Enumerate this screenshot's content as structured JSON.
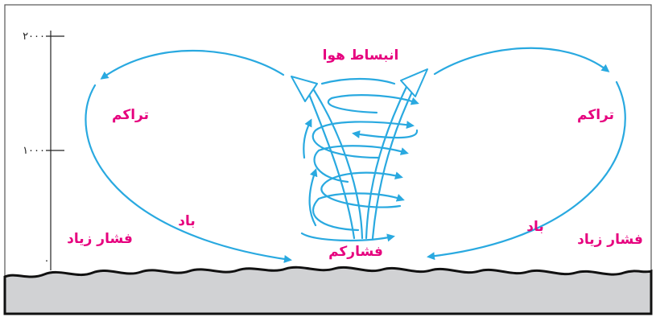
{
  "axis": {
    "ticks": [
      {
        "label": "۲۰۰۰"
      },
      {
        "label": "۱۰۰۰"
      },
      {
        "label": "۰"
      }
    ]
  },
  "labels": {
    "expansion": "انبساط هوا",
    "accumulation_left": "تراکم",
    "accumulation_right": "تراکم",
    "wind_left": "باد",
    "wind_right": "باد",
    "high_pressure_left": "فشار زیاد",
    "high_pressure_right": "فشار زیاد",
    "low_pressure": "فشارکم"
  },
  "colors": {
    "flow": "#29a9e0",
    "label": "#e6007e",
    "ground": "#d1d2d4"
  }
}
